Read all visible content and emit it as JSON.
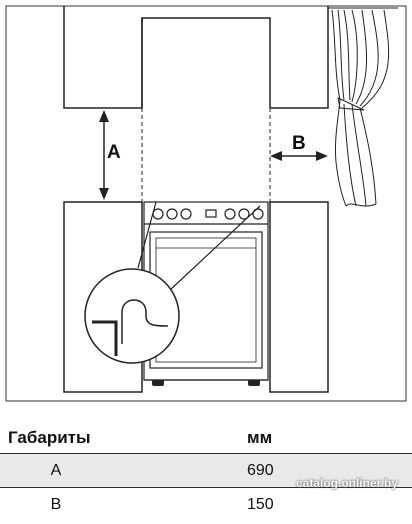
{
  "diagram": {
    "label_a": "A",
    "label_b": "B"
  },
  "table": {
    "headers": {
      "col1": "Габариты",
      "col2": "мм"
    },
    "rows": [
      {
        "name": "A",
        "value": "690"
      },
      {
        "name": "B",
        "value": "150"
      }
    ]
  },
  "watermark": "catalog.onliner.by"
}
